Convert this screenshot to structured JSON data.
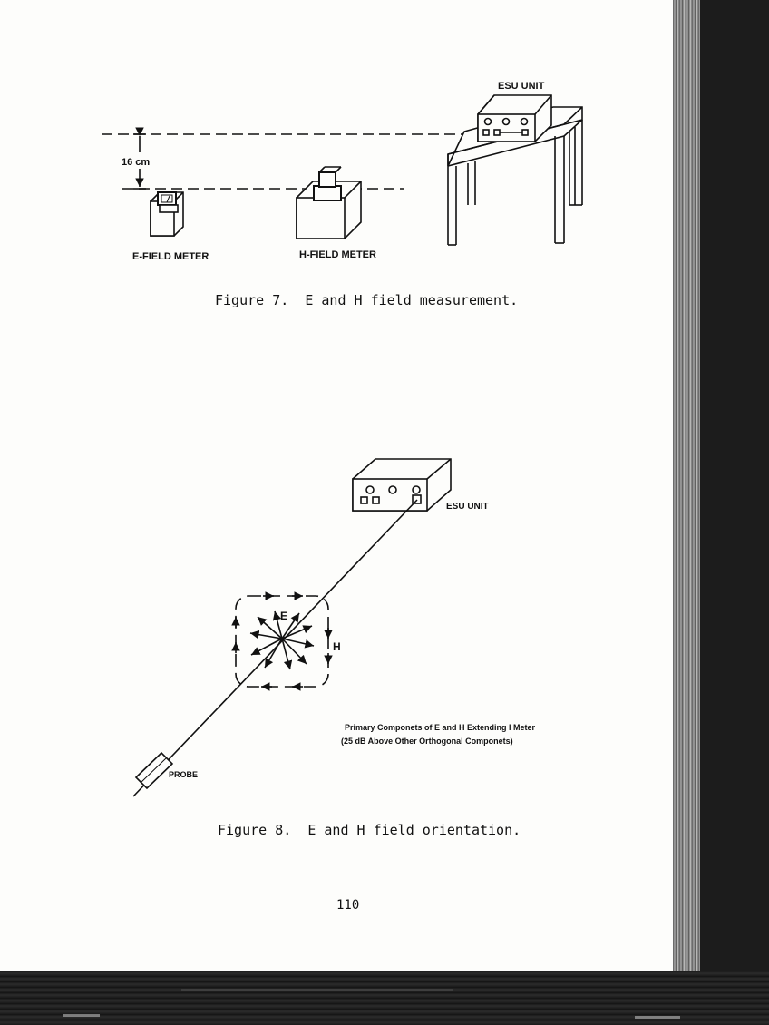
{
  "figure7": {
    "esu_label": "ESU UNIT",
    "dimension_label": "16 cm",
    "e_meter_label": "E-FIELD METER",
    "h_meter_label": "H-FIELD METER",
    "caption": "Figure 7.  E and H field measurement."
  },
  "figure8": {
    "esu_label": "ESU UNIT",
    "e_label": "E",
    "h_label": "H",
    "probe_label": "PROBE",
    "note_line1": "Primary Componets of E and H Extending I Meter",
    "note_line2": "(25 dB Above Other Orthogonal Componets)",
    "caption": "Figure 8.  E and H field orientation."
  },
  "page_number": "110"
}
